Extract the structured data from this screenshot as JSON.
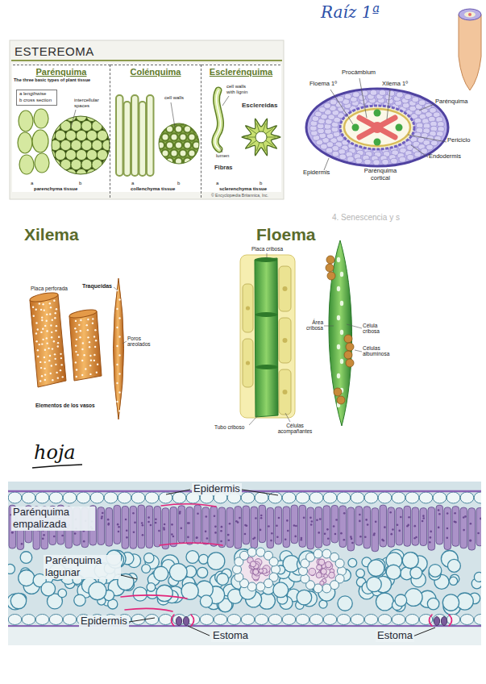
{
  "diagram": {
    "nodes": [
      {
        "text": [
          "ESTEREOMA"
        ]
      },
      {
        "text": [
          "Parénquima"
        ],
        "in": 0
      },
      {
        "text": [
          "a lengthwise",
          "b cross section"
        ],
        "in": 1
      },
      {
        "text": [
          "Colénquima"
        ],
        "in": 0
      },
      {
        "text": [
          "Esclerénquima"
        ],
        "in": 0
      }
    ],
    "labels": [
      "The three basic types of plant tissue",
      "intercellular spaces",
      "a",
      "b",
      "parenchyma tissue",
      "cell walls",
      "a",
      "b",
      "collenchyma tissue",
      "cell walls with lignin",
      "Esclereidas",
      "lumen",
      "Fibras",
      "a",
      "b",
      "sclerenchyma tissue",
      "© Encyclopædia Britannica, Inc.",
      "Raíz 1ª",
      "Procámbium",
      "Floema 1º",
      "Xilema 1º",
      "Parénquima",
      "Periciclo",
      "Endodermis",
      "Epidermis",
      "Parénquima cortical",
      "Xilema",
      "Floema",
      "4. Senescencia y s",
      "Placa perforada",
      "Traqueidas",
      "Poros areolados",
      "Elementos de los vasos",
      "Placa cribosa",
      "Área cribosa",
      "Célula cribosa",
      "Células albuminosa",
      "Tubo criboso",
      "Células acompañantes",
      "hoja",
      "Epidermis",
      "Parénquima empalizada",
      "Parénquima lagunar",
      "Epidermis",
      "Estoma",
      "Estoma"
    ]
  }
}
